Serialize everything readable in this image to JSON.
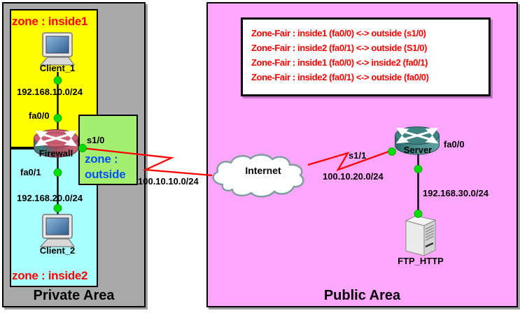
{
  "colors": {
    "private_bg": "#A9A9A9",
    "inside1_bg": "#FFFF00",
    "inside2_bg": "#AAFFFF",
    "outside_bg": "#A4EF72",
    "public_bg": "#FFA6FF",
    "rule_text": "#FF0000",
    "zone_label_red": "#FF0000",
    "zone_label_blue": "#0052FF",
    "wan_link": "#FF0000",
    "link_dot": "#00DF00",
    "firewall_icon": "#CB6074",
    "server_icon": "#3E8282"
  },
  "private_area": {
    "title": "Private Area",
    "inside1": {
      "zone_label": "zone : inside1",
      "host": "Client_1",
      "network": "192.168.10.0/24",
      "interface": "fa0/0"
    },
    "inside2": {
      "zone_label": "zone : inside2",
      "host": "Client_2",
      "network": "192.168.20.0/24",
      "interface": "fa0/1"
    },
    "firewall": "Firewall",
    "outside": {
      "interface": "s1/0",
      "zone_line1": "zone :",
      "zone_line2": "outside"
    }
  },
  "wan": {
    "left_network": "100.10.10.0/24",
    "cloud": "Internet",
    "right_interface": "s1/1",
    "right_network": "100.10.20.0/24"
  },
  "public_area": {
    "title": "Public Area",
    "rules": [
      "Zone-Fair : inside1 (fa0/0) <-> outside (s1/0)",
      "Zone-Fair : inside2 (fa0/1) <-> outside (S1/0)",
      "Zone-Fair : inside1 (fa0/0) <-> inside2 (fa0/1)",
      "Zone-Fair : inside2 (fa0/1) <-> outside (fa0/0)"
    ],
    "server": {
      "name": "Server",
      "interface": "fa0/0"
    },
    "network": "192.168.30.0/24",
    "ftp_host": "FTP_HTTP"
  }
}
